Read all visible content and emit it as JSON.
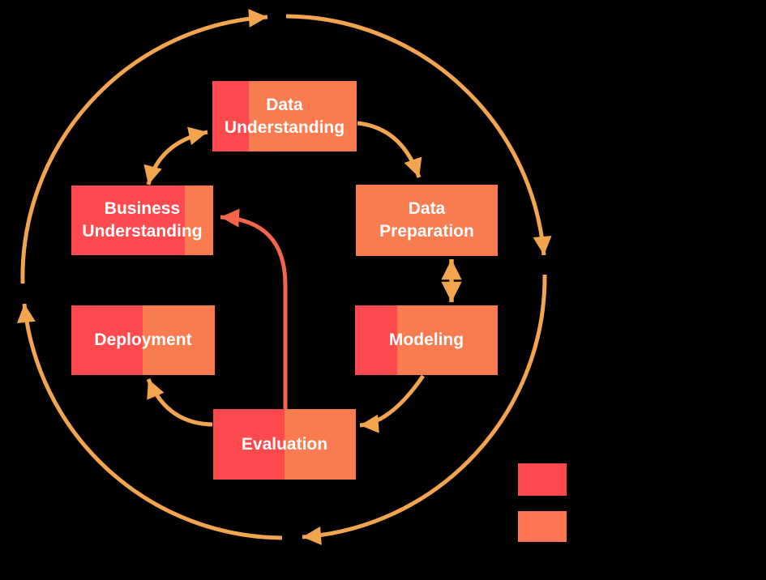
{
  "colors": {
    "red": "#FC4A4F",
    "orange": "#F97B50",
    "cycle": "#F2A44F",
    "ret": "#F4654C",
    "label": "#FFFFFF",
    "bg": "#000000"
  },
  "diagram": {
    "nodes": [
      {
        "id": "data-understanding",
        "label": "Data\nUnderstanding"
      },
      {
        "id": "data-preparation",
        "label": "Data\nPreparation"
      },
      {
        "id": "modeling",
        "label": "Modeling"
      },
      {
        "id": "evaluation",
        "label": "Evaluation"
      },
      {
        "id": "deployment",
        "label": "Deployment"
      },
      {
        "id": "business-understanding",
        "label": "Business\nUnderstanding"
      }
    ],
    "edges": [
      {
        "from": "business-understanding",
        "to": "data-understanding",
        "bidirectional": true
      },
      {
        "from": "data-understanding",
        "to": "data-preparation",
        "bidirectional": false
      },
      {
        "from": "data-preparation",
        "to": "modeling",
        "bidirectional": true
      },
      {
        "from": "modeling",
        "to": "evaluation",
        "bidirectional": false
      },
      {
        "from": "evaluation",
        "to": "deployment",
        "bidirectional": false
      },
      {
        "from": "evaluation",
        "to": "business-understanding",
        "bidirectional": false,
        "style": "return"
      }
    ],
    "outer_cycle": {
      "direction": "clockwise",
      "arrowheads": 4
    }
  },
  "legend": {
    "swatches": [
      {
        "id": "red-swatch",
        "color": "#FC4A4F"
      },
      {
        "id": "orange-swatch",
        "color": "#FD7550"
      }
    ]
  }
}
